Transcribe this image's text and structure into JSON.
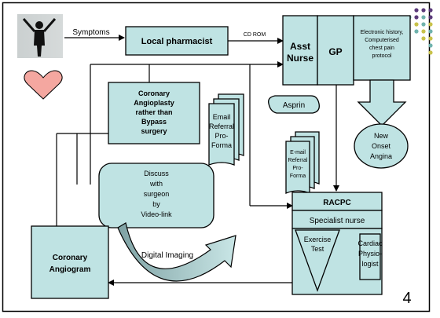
{
  "slide_number": "4",
  "labels": {
    "symptoms": "Symptoms",
    "local_pharmacist": "Local pharmacist",
    "cd_rom": "CD ROM",
    "asst_nurse": [
      "Asst",
      "Nurse"
    ],
    "gp": "GP",
    "electronic_history": [
      "Electronic history,",
      "Computerised",
      "chest pain",
      "protocol"
    ],
    "angioplasty": [
      "Coronary",
      "Angioplasty",
      "rather than",
      "Bypass",
      "surgery"
    ],
    "email_referral": [
      "Email",
      "Referral",
      "Pro-",
      "Forma"
    ],
    "asprin": "Asprin",
    "email_referral2": [
      "E-mail",
      "Referral",
      "Pro-",
      "Forma"
    ],
    "new_onset_angina": [
      "New",
      "Onset",
      "Angina"
    ],
    "discuss": [
      "Discuss",
      "with",
      "surgeon",
      "by",
      "Video-link"
    ],
    "racpc": "RACPC",
    "specialist_nurse": "Specialist nurse",
    "exercise_test": [
      "Exercise",
      "Test"
    ],
    "cardiac_physiologist": [
      "Cardiac",
      "Physio-",
      "logist"
    ],
    "digital_imaging": "Digital Imaging",
    "coronary_angiogram": [
      "Coronary",
      "Angiogram"
    ]
  },
  "colors": {
    "box_fill": "#bfe3e3",
    "heart": "#f4a7a0",
    "dots_purple": "#5b3a7a",
    "dots_teal": "#6fb2ad",
    "dots_olive": "#c8c24a"
  }
}
